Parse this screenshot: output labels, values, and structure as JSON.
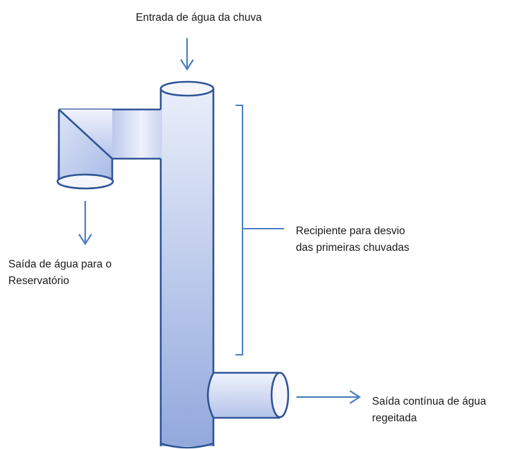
{
  "labels": {
    "inlet": "Entrada de água da chuva",
    "outlet_reservoir": [
      "Saída de água para o",
      "Reservatório"
    ],
    "first_flush": [
      "Recipiente para desvio",
      "das primeiras chuvadas"
    ],
    "rejected_outlet": [
      "Saída contínua de água",
      "regeitada"
    ]
  },
  "colors": {
    "outline": "#2f5496",
    "arrow": "#4a7ec0",
    "fill_light": "#e9eefa",
    "fill_mid": "#b9c7ea",
    "fill_dark": "#93a9dd"
  }
}
